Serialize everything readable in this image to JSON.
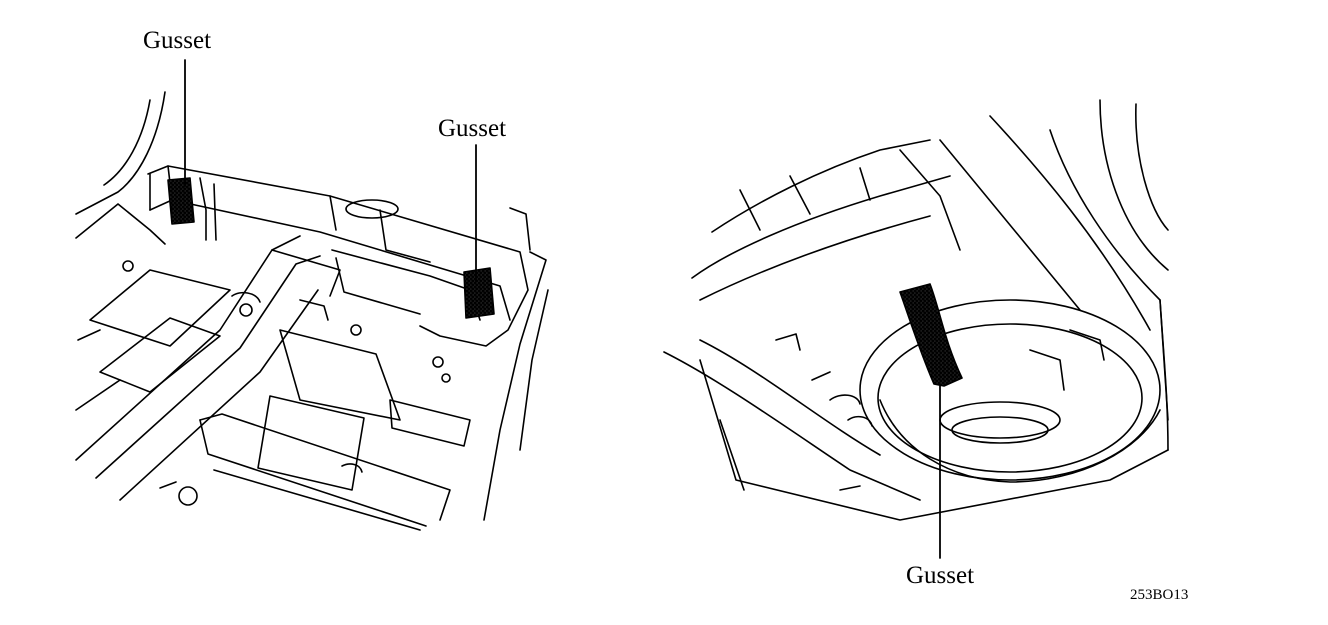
{
  "labels": {
    "gusset_left_top": "Gusset",
    "gusset_left_mid": "Gusset",
    "gusset_right": "Gusset",
    "figure_code": "253BO13"
  },
  "colors": {
    "line": "#000000",
    "hatch": "#9a9a9a",
    "background": "#ffffff"
  }
}
